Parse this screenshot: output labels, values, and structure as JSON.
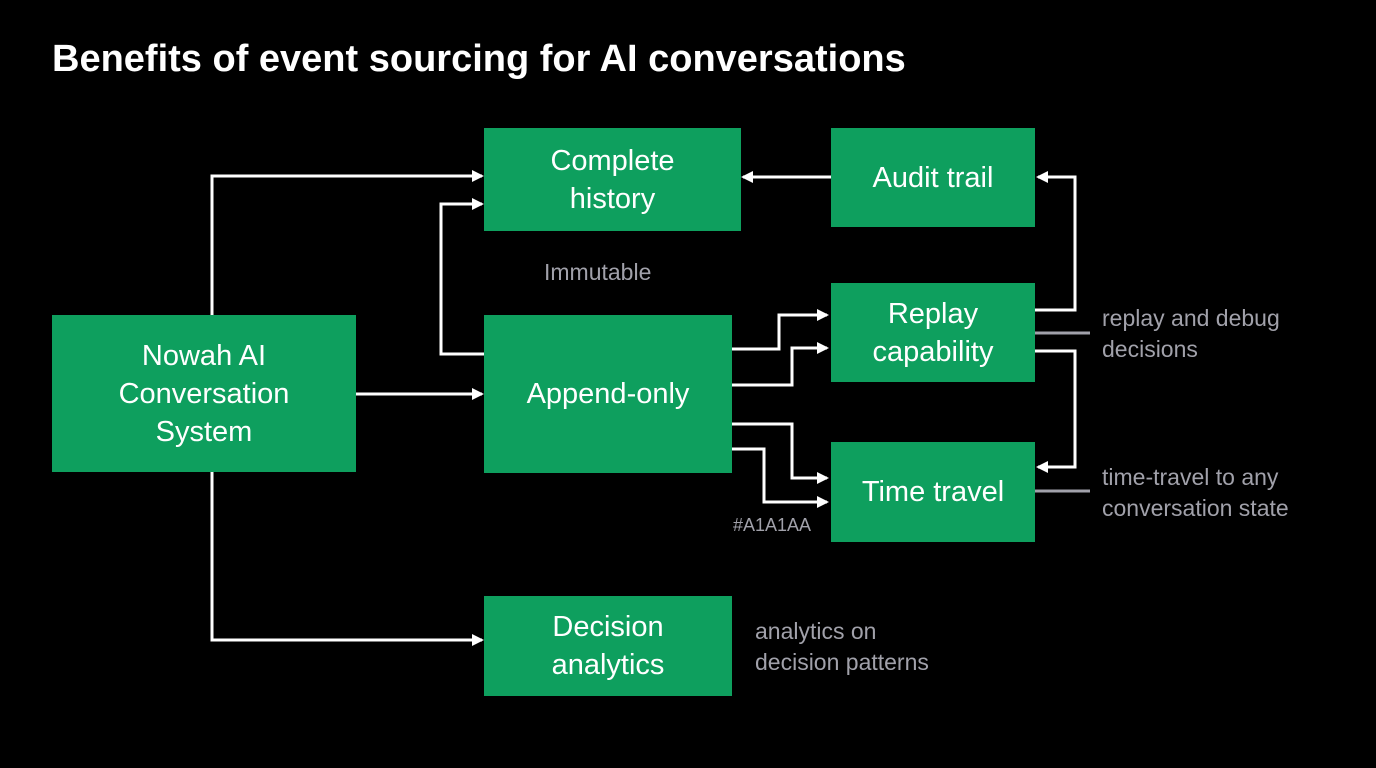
{
  "title": "Benefits of event sourcing for AI conversations",
  "colors": {
    "background": "#000000",
    "node_fill": "#0E9F5E",
    "node_text": "#FFFFFF",
    "arrow": "#FFFFFF",
    "muted_text": "#A1A1AA",
    "connector_line": "#A1A1AA"
  },
  "nodes": {
    "system": "Nowah AI\nConversation\nSystem",
    "complete_history": "Complete\nhistory",
    "audit_trail": "Audit trail",
    "append_only": "Append-only",
    "replay": "Replay\ncapability",
    "time_travel": "Time travel",
    "decision_analytics": "Decision\nanalytics"
  },
  "labels": {
    "immutable": "Immutable",
    "color_code": "#A1A1AA"
  },
  "notes": {
    "replay": "replay and debug\ndecisions",
    "time_travel": "time-travel to any\nconversation state",
    "analytics": "analytics on\ndecision patterns"
  }
}
